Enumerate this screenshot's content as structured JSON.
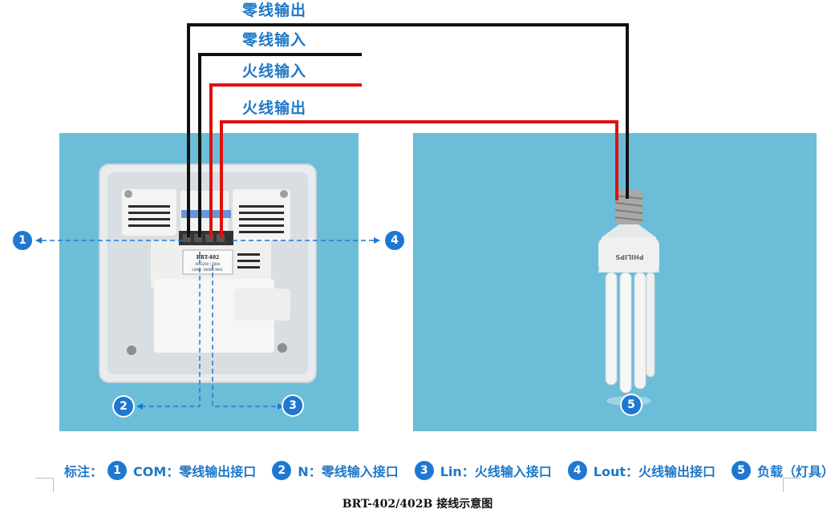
{
  "wires": [
    {
      "label": "零线输出",
      "color": "#111111"
    },
    {
      "label": "零线输入",
      "color": "#111111"
    },
    {
      "label": "火线输入",
      "color": "#e01010"
    },
    {
      "label": "火线输出",
      "color": "#e01010"
    }
  ],
  "device": {
    "model_label": "BRT-402",
    "spec_line1": "AC 220V / 50Hz",
    "spec_line2": "LOAD: 1000W MAX."
  },
  "bulb": {
    "brand": "PHILIPS"
  },
  "markers": [
    "1",
    "2",
    "3",
    "4",
    "5"
  ],
  "legend": {
    "lead": "标注：",
    "items": [
      {
        "num": "1",
        "text": "COM：零线输出接口"
      },
      {
        "num": "2",
        "text": "N：零线输入接口"
      },
      {
        "num": "3",
        "text": "Lin：火线输入接口"
      },
      {
        "num": "4",
        "text": "Lout：火线输出接口"
      },
      {
        "num": "5",
        "text": "负载（灯具）"
      }
    ]
  },
  "caption": "BRT-402/402B 接线示意图",
  "colors": {
    "panel_bg": "#6bbdd8",
    "accent": "#1e78c8",
    "neutral_wire": "#111111",
    "live_wire": "#e01010"
  }
}
